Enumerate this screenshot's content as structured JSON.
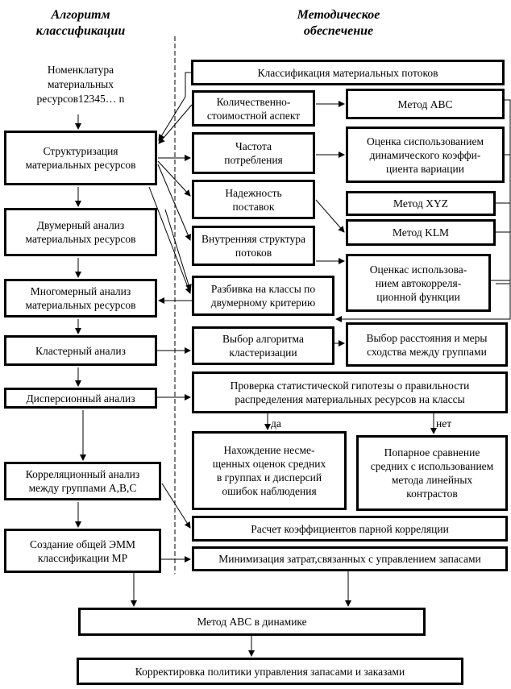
{
  "headers": {
    "left": "Алгоритм классификации",
    "right": "Методическое обеспечение"
  },
  "nomenclature": "Номенклатура материальных ресурсов12345… n",
  "left_boxes": {
    "struct": "Структуризация материальных ресурсов",
    "twodim": "Двумерный анализ материальных ресурсов",
    "multidim": "Многомерный анализ материальных ресурсов",
    "cluster": "Кластерный анализ",
    "dispersion": "Дисперсионный анализ",
    "correlation": "Корреляционный анализ между группами А,В,С",
    "emm": "Создание общей ЭММ классификации МР"
  },
  "mid_boxes": {
    "classification": "Классификация материальных  потоков",
    "qty_cost": "Количественно-стоимостной аспект",
    "frequency": "Частота потребления",
    "reliability": "Надежность поставок",
    "internal": "Внутренняя структура потоков",
    "split": "Разбивка на классы по двумерному критерию",
    "cluster_algo": "Выбор алгоритма кластеризации"
  },
  "right_boxes": {
    "abc": "Метод АВС",
    "dyn_coef": "Оценка сиспользованием динамического коэффи- циента вариации",
    "xyz": "Метод XYZ",
    "klm": "Метод KLM",
    "autocorr": "Оценкас использова- нием автокорреля- ционной функции",
    "distance": "Выбор расстояния и меры сходства между группами"
  },
  "wide_boxes": {
    "hypothesis": "Проверка статистической гипотезы о правильности распределения материальных ресурсов на классы",
    "unbiased": "Нахождение несме- щенных оценок средних в группах и дисперсий ошибок  наблюдения",
    "pairwise": "Попарное сравнение средних с использованием метода линейных контрастов",
    "pair_corr": "Расчет коэффициентов парной корреляции",
    "minimize": "Минимизация затрат,связанных с управлением запасами",
    "abc_dynamic": "Метод АВС в динамике",
    "policy": "Корректировка политики управления запасами и заказами"
  },
  "branch_labels": {
    "yes": "да",
    "no": "нет"
  }
}
